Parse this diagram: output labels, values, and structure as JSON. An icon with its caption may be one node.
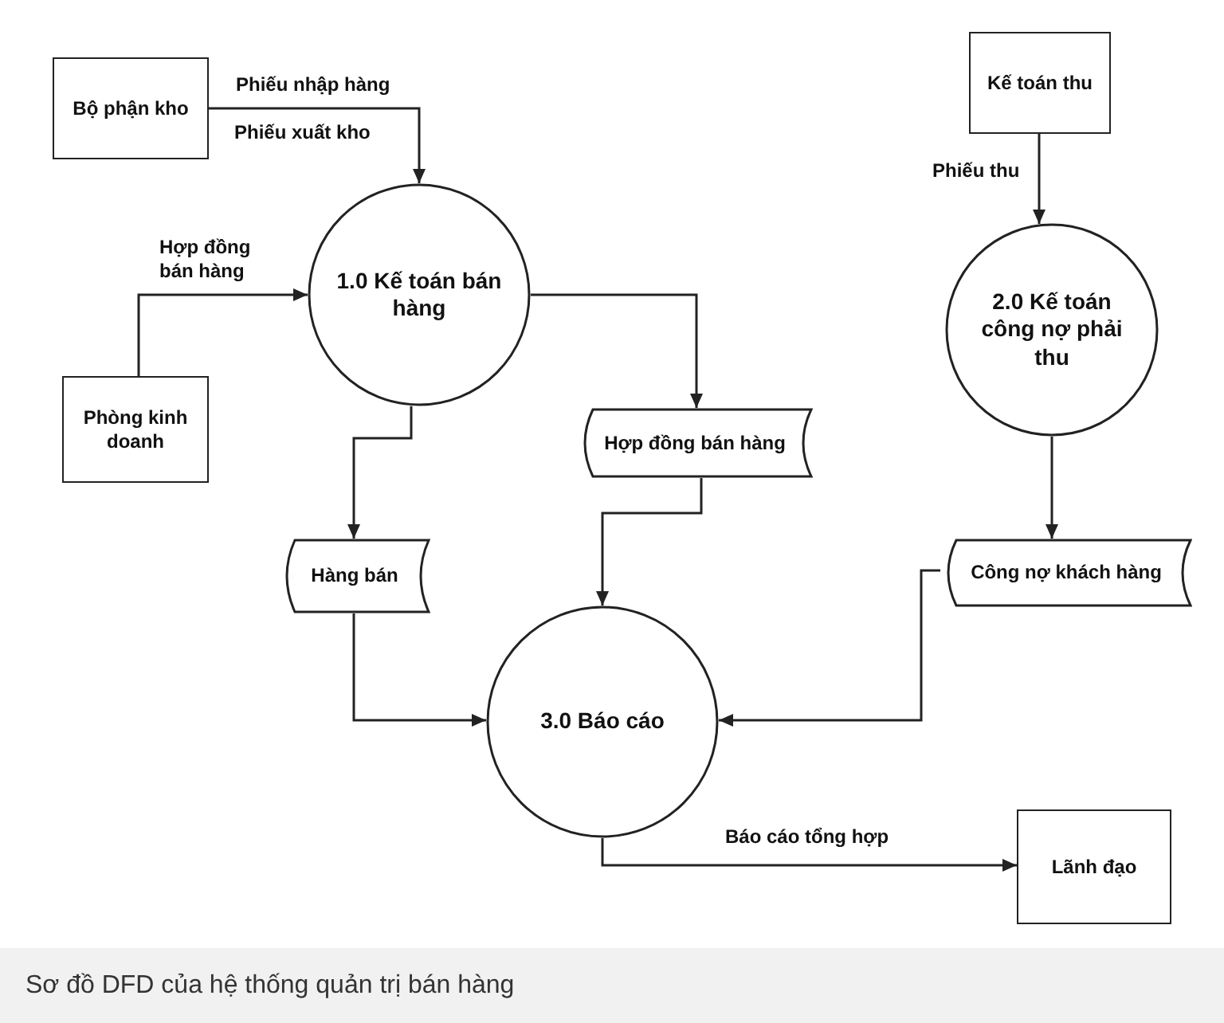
{
  "diagram": {
    "caption": "Sơ đồ DFD của hệ thống quản trị bán hàng",
    "nodes": [
      {
        "text": [
          "Bộ phận kho"
        ]
      },
      {
        "text": [
          "Kế toán thu"
        ]
      },
      {
        "text": [
          "1.0 Kế toán bán hàng"
        ]
      },
      {
        "text": [
          "2.0 Kế toán công nợ phải thu"
        ]
      },
      {
        "text": [
          "Phòng kinh doanh"
        ]
      },
      {
        "text": [
          "Hợp đồng bán hàng"
        ]
      },
      {
        "text": [
          "Hàng bán"
        ]
      },
      {
        "text": [
          "Công nợ khách hàng"
        ]
      },
      {
        "text": [
          "3.0 Báo cáo"
        ]
      },
      {
        "text": [
          "Lãnh đạo"
        ]
      }
    ],
    "edges": [
      {
        "from": 0,
        "to": 2,
        "arrow": "to",
        "label": "Phiếu nhập hàng"
      },
      {
        "from": 1,
        "to": 3,
        "arrow": "to",
        "label": "Phiếu thu"
      },
      {
        "from": 4,
        "to": 2,
        "arrow": "to",
        "label": "Hợp đồng bán hàng"
      },
      {
        "from": 2,
        "to": 5,
        "arrow": "to"
      },
      {
        "from": 2,
        "to": 6,
        "arrow": "to"
      },
      {
        "from": 3,
        "to": 7,
        "arrow": "to"
      },
      {
        "from": 5,
        "to": 8,
        "arrow": "to"
      },
      {
        "from": 6,
        "to": 8,
        "arrow": "to"
      },
      {
        "from": 7,
        "to": 8,
        "arrow": "to"
      },
      {
        "from": 8,
        "to": 9,
        "arrow": "to",
        "label": "Báo cáo tổng hợp"
      }
    ],
    "labels": [
      "Phiếu xuất kho"
    ]
  }
}
